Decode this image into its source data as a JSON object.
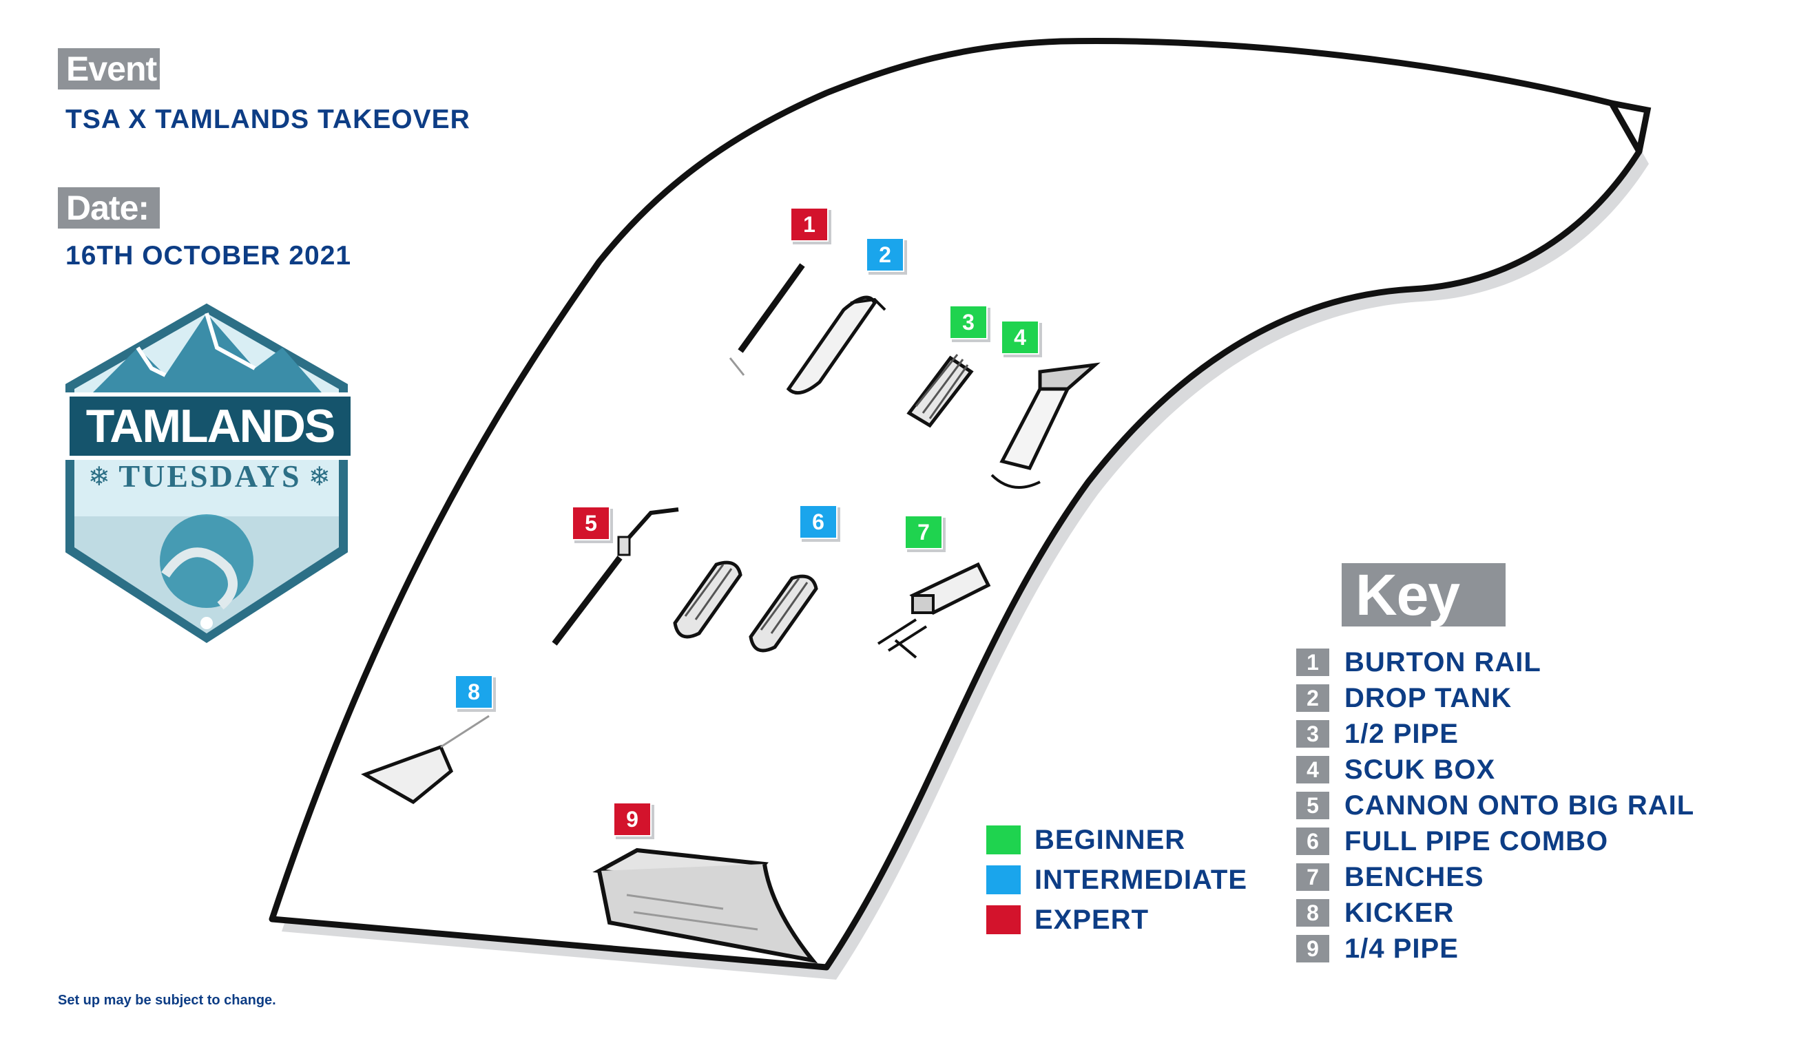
{
  "header": {
    "event_label": "Event:",
    "event_value": "TSA X TAMLANDS TAKEOVER",
    "date_label": "Date:",
    "date_value": "16TH OCTOBER 2021"
  },
  "logo": {
    "line1": "TAMLANDS",
    "line2": "TUESDAYS"
  },
  "colors": {
    "beginner": "#1fd34f",
    "intermediate": "#1aa5ec",
    "expert": "#d3132c",
    "text_blue": "#0d3d85",
    "plaque_grey": "#8e9297"
  },
  "markers": [
    {
      "number": "1",
      "level": "expert"
    },
    {
      "number": "2",
      "level": "intermediate"
    },
    {
      "number": "3",
      "level": "beginner"
    },
    {
      "number": "4",
      "level": "beginner"
    },
    {
      "number": "5",
      "level": "expert"
    },
    {
      "number": "6",
      "level": "intermediate"
    },
    {
      "number": "7",
      "level": "beginner"
    },
    {
      "number": "8",
      "level": "intermediate"
    },
    {
      "number": "9",
      "level": "expert"
    }
  ],
  "difficulty_legend": [
    {
      "label": "BEGINNER",
      "level": "beginner"
    },
    {
      "label": "INTERMEDIATE",
      "level": "intermediate"
    },
    {
      "label": "EXPERT",
      "level": "expert"
    }
  ],
  "key": {
    "title": "Key",
    "items": [
      {
        "number": "1",
        "label": "BURTON RAIL"
      },
      {
        "number": "2",
        "label": "DROP TANK"
      },
      {
        "number": "3",
        "label": "1/2 PIPE"
      },
      {
        "number": "4",
        "label": "SCUK BOX"
      },
      {
        "number": "5",
        "label": "CANNON ONTO BIG RAIL"
      },
      {
        "number": "6",
        "label": "FULL PIPE COMBO"
      },
      {
        "number": "7",
        "label": "BENCHES"
      },
      {
        "number": "8",
        "label": "KICKER"
      },
      {
        "number": "9",
        "label": "1/4 PIPE"
      }
    ]
  },
  "footnote": "Set up may be subject to change."
}
